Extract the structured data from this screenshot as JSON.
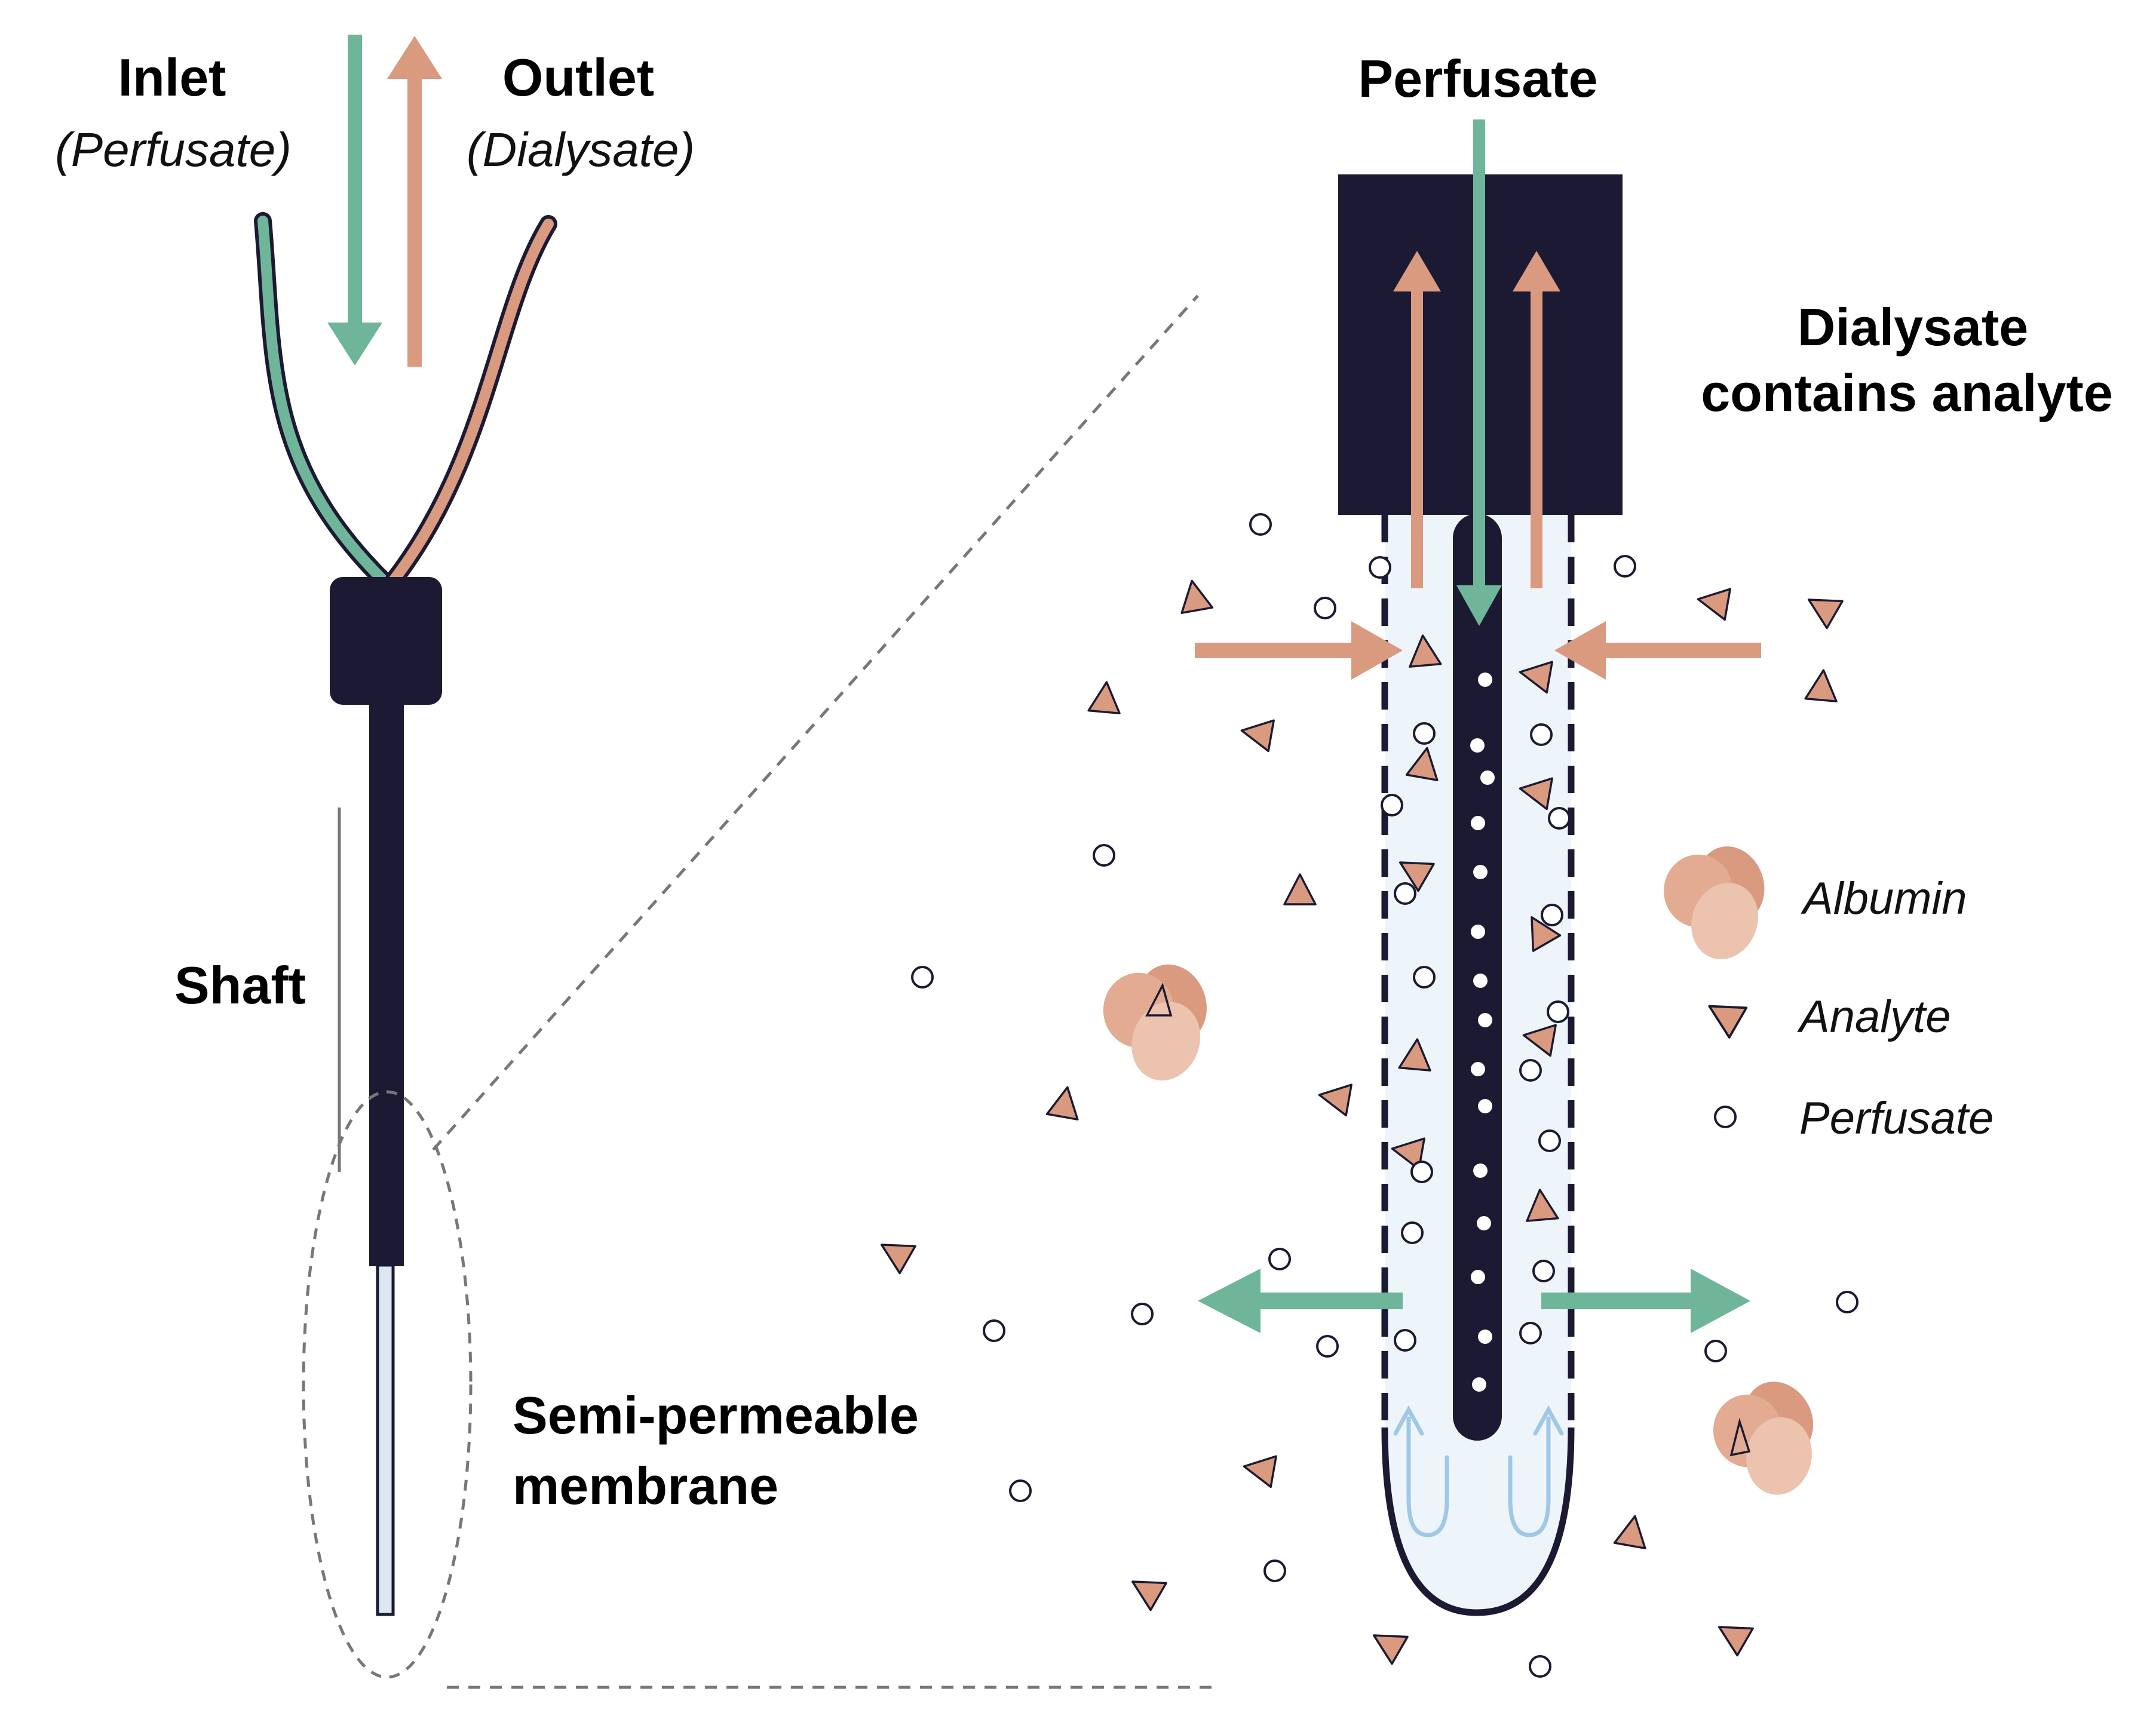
{
  "labels": {
    "inlet": "Inlet",
    "inlet_sub": "(Perfusate)",
    "outlet": "Outlet",
    "outlet_sub": "(Dialysate)",
    "shaft": "Shaft",
    "membrane_line1": "Semi-permeable",
    "membrane_line2": "membrane",
    "perfusate_top": "Perfusate",
    "dialysate_line1": "Dialysate",
    "dialysate_line2": "contains analyte"
  },
  "legend": {
    "albumin": "Albumin",
    "analyte": "Analyte",
    "perfusate": "Perfusate"
  },
  "colors": {
    "dark": "#1c1a33",
    "green": "#6fb59a",
    "salmon": "#d99a80",
    "salmon_light": "#ecc3ae",
    "salmon_mid": "#e2ab92",
    "membrane_fill": "#eef5fa",
    "flow_blue": "#9fc8e6",
    "dash_gray": "#777777"
  }
}
